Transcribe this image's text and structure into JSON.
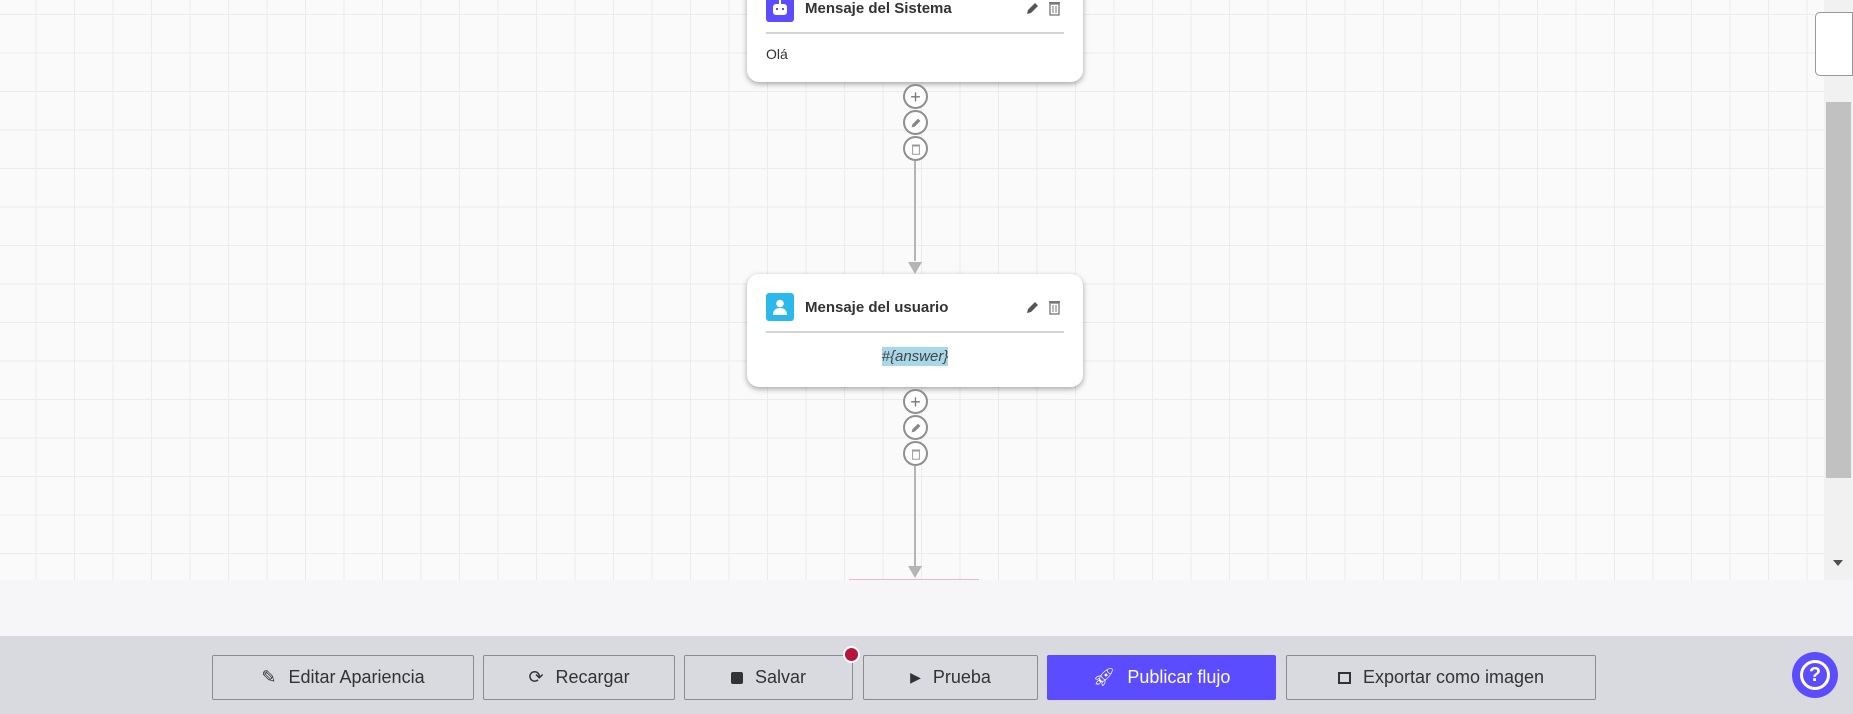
{
  "nodes": [
    {
      "type": "system",
      "title": "Mensaje del Sistema",
      "body": "Olá",
      "icon": "robot-icon",
      "color": "#5b4dff"
    },
    {
      "type": "user",
      "title": "Mensaje del usuario",
      "body": "#{answer}",
      "icon": "user-icon",
      "color": "#2bb8ea"
    }
  ],
  "toolbar": {
    "edit_appearance": "Editar Apariencia",
    "reload": "Recargar",
    "save": "Salvar",
    "test": "Prueba",
    "publish": "Publicar flujo",
    "export": "Exportar como imagen"
  },
  "colors": {
    "accent": "#5b4dff",
    "unsaved_dot": "#b5163a"
  },
  "help": "?"
}
